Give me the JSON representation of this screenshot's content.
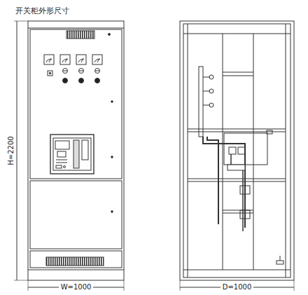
{
  "diagram": {
    "title": "开关柜外形尺寸",
    "labels": [
      "H=2200",
      "W=1000",
      "D=1000"
    ]
  }
}
